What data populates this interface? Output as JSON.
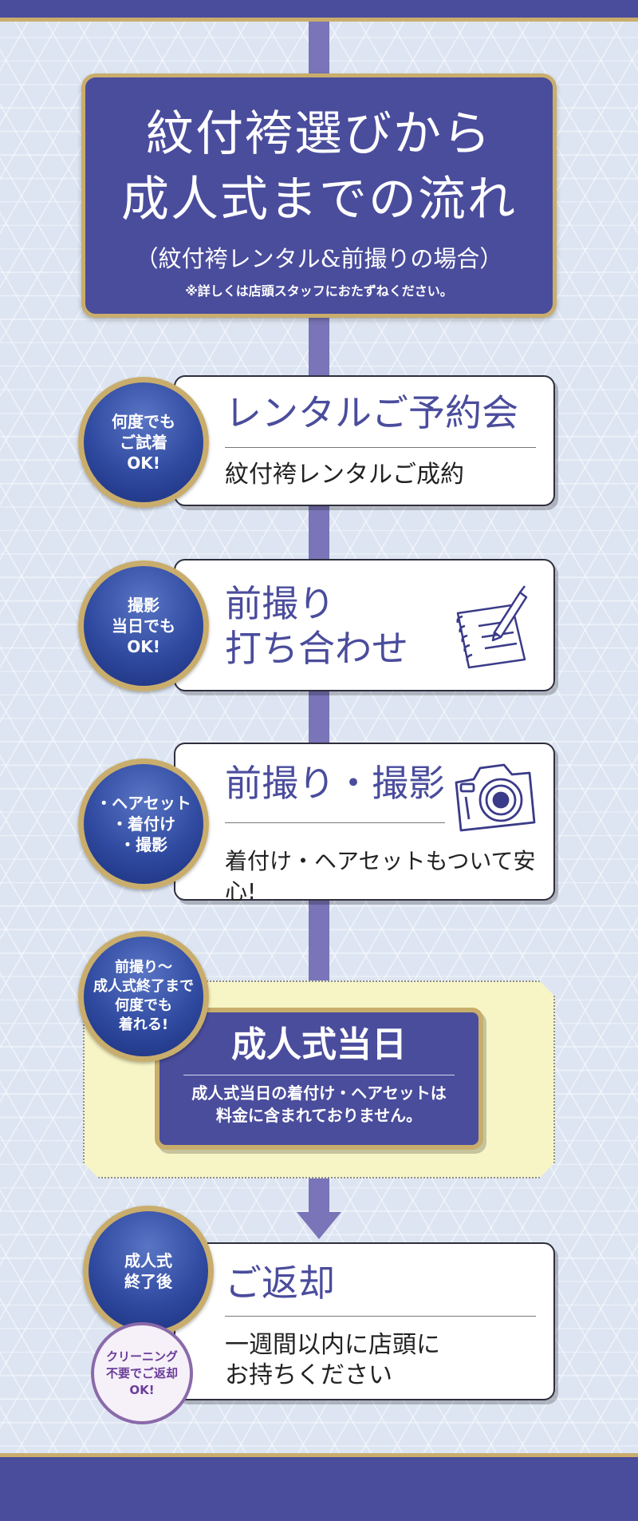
{
  "colors": {
    "navy": "#4a4c9c",
    "gold": "#c9ad6c",
    "spine": "#7a74b8",
    "background": "#dde5f2",
    "note_yellow": "#f7f5c6"
  },
  "header": {
    "title_line1": "紋付袴選びから",
    "title_line2": "成人式までの流れ",
    "subtitle": "（紋付袴レンタル&前撮りの場合）",
    "note": "※詳しくは店頭スタッフにおたずねください。"
  },
  "steps": [
    {
      "badge": "何度でも\nご試着\nOK!",
      "title": "レンタルご予約会",
      "desc": "紋付袴レンタルご成約"
    },
    {
      "badge": "撮影\n当日でも\nOK!",
      "title_line1": "前撮り",
      "title_line2": "打ち合わせ",
      "icon": "notebook-pen-icon"
    },
    {
      "badge": "・ヘアセット\n・着付け\n・撮影",
      "title": "前撮り・撮影",
      "desc": "着付け・ヘアセットもついて安心!",
      "icon": "camera-icon"
    },
    {
      "badge": "前撮り〜\n成人式終了まで\n何度でも\n着れる!",
      "title": "成人式当日",
      "desc": "成人式当日の着付け・ヘアセットは\n料金に含まれておりません。"
    },
    {
      "badge": "成人式\n終了後",
      "title": "ご返却",
      "desc_line1": "一週間以内に店頭に",
      "desc_line2": "お持ちください",
      "sub_badge": "クリーニング\n不要でご返却\nOK!"
    }
  ]
}
